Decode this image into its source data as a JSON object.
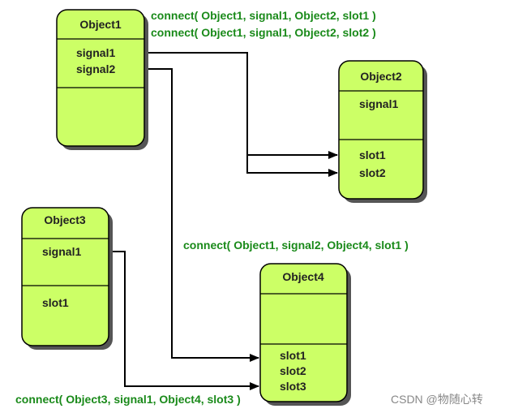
{
  "colors": {
    "box_fill": "#ccff66",
    "box_stroke": "#000000",
    "shadow": "#555555",
    "connection_text": "#1a8a1a"
  },
  "objects": {
    "object1": {
      "title": "Object1",
      "signals": [
        "signal1",
        "signal2"
      ],
      "slots": []
    },
    "object2": {
      "title": "Object2",
      "signals": [
        "signal1"
      ],
      "slots": [
        "slot1",
        "slot2"
      ]
    },
    "object3": {
      "title": "Object3",
      "signals": [
        "signal1"
      ],
      "slots": [
        "slot1"
      ]
    },
    "object4": {
      "title": "Object4",
      "signals": [],
      "slots": [
        "slot1",
        "slot2",
        "slot3"
      ]
    }
  },
  "connections": [
    "connect( Object1, signal1, Object2, slot1 )",
    "connect( Object1, signal1, Object2, slot2 )",
    "connect( Object1, signal2, Object4, slot1 )",
    "connect( Object3, signal1, Object4, slot3 )"
  ],
  "watermark": "CSDN @物随心转"
}
